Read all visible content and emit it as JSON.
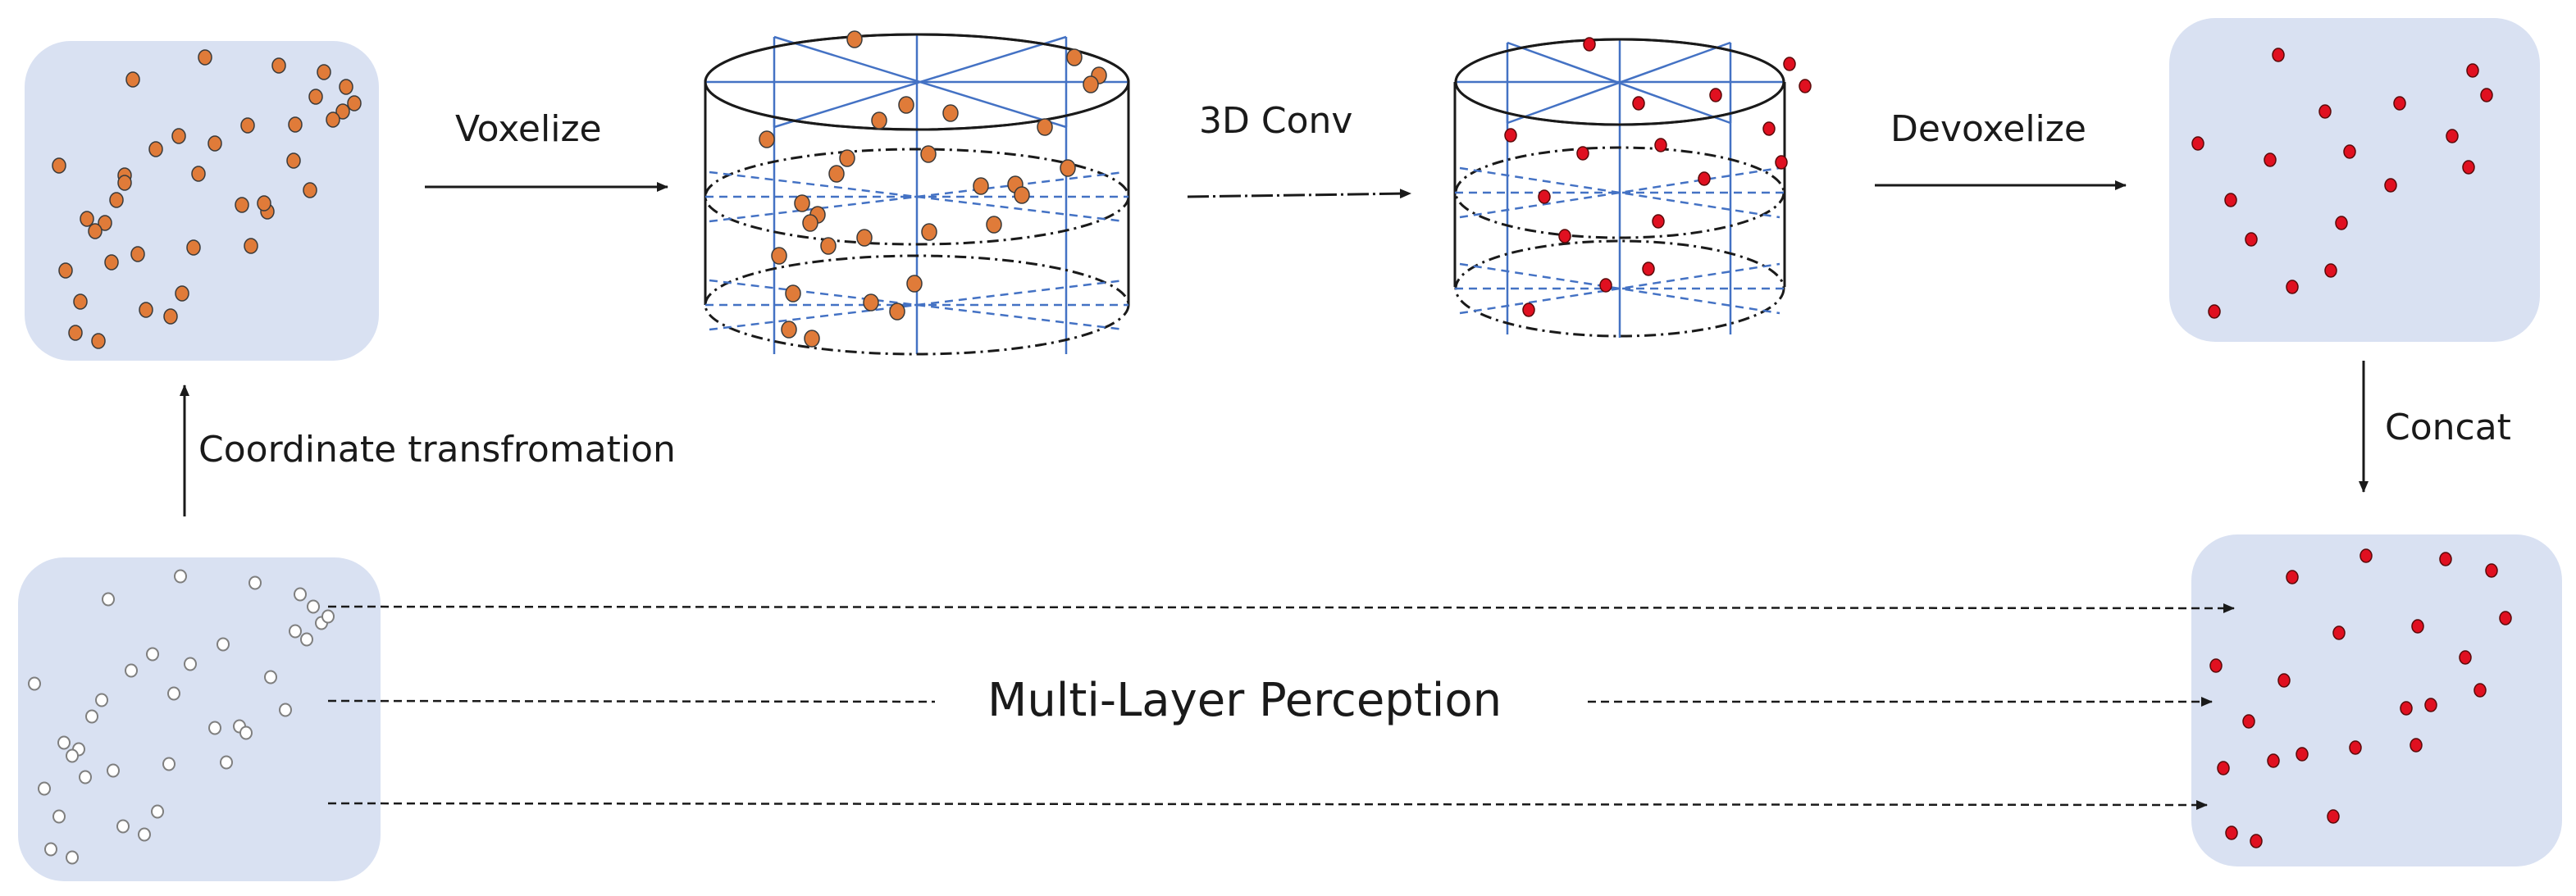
{
  "labels": {
    "voxelize": "Voxelize",
    "conv": "3D Conv",
    "devoxelize": "Devoxelize",
    "concat": "Concat",
    "coordinate": "Coordinate transfromation",
    "mlp": "Multi-Layer Perception"
  },
  "colors": {
    "panel": "#d9e1f2",
    "orange_point": "#e07b39",
    "red_point": "#e01020",
    "hollow_point": "#7f7f7f",
    "grid_blue": "#4472c4",
    "outline": "#1a1a1a"
  }
}
